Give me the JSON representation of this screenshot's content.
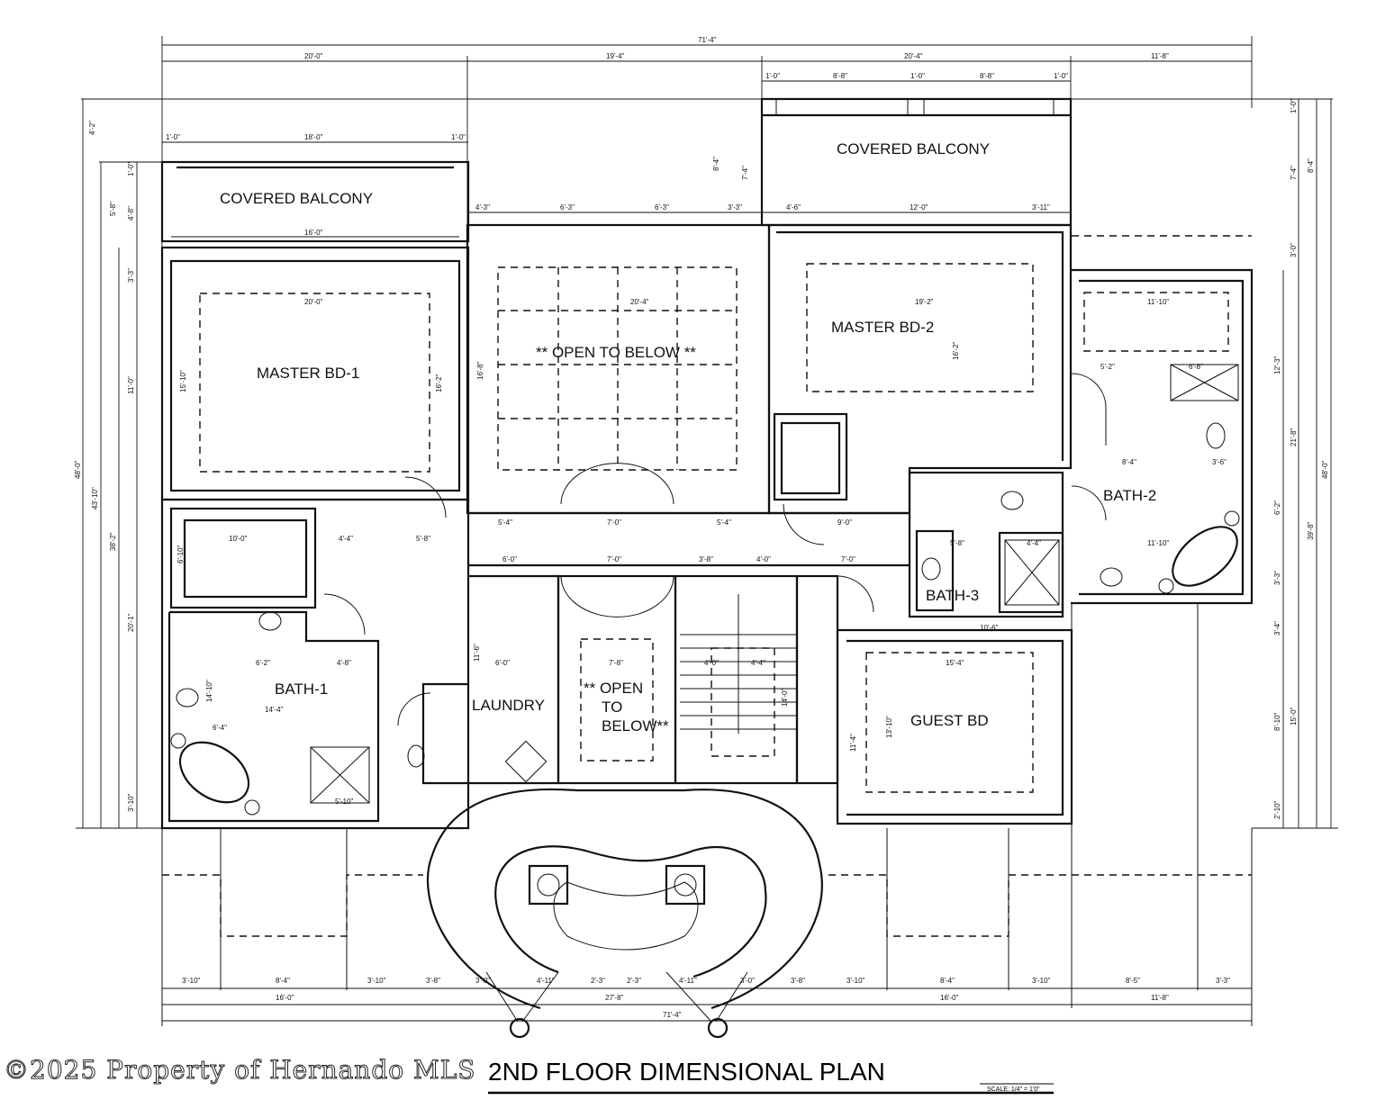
{
  "plan": {
    "title": "2ND FLOOR DIMENSIONAL PLAN",
    "scale": "SCALE: 1/4\" = 1'0\"",
    "watermark": "©2025 Property of Hernando MLS",
    "rooms": {
      "covered_balcony_left": "COVERED BALCONY",
      "covered_balcony_right": "COVERED BALCONY",
      "master_bd_1": "MASTER BD-1",
      "open_to_below_main": "** OPEN TO BELOW **",
      "master_bd_2": "MASTER BD-2",
      "bath_2": "BATH-2",
      "bath_3": "BATH-3",
      "bath_1": "BATH-1",
      "laundry": "LAUNDRY",
      "open_to_below_small_1": "** OPEN",
      "open_to_below_small_2": "TO",
      "open_to_below_small_3": "BELOW**",
      "guest_bd": "GUEST BD"
    },
    "dimensions": {
      "overall_top": "71'-4\"",
      "top_1": "20'-0\"",
      "top_2": "19'-4\"",
      "top_3": "20'-4\"",
      "top_4": "11'-8\"",
      "bal_r_1": "1'-0\"",
      "bal_r_2": "8'-8\"",
      "bal_r_3": "1'-0\"",
      "bal_r_4": "8'-8\"",
      "bal_r_5": "1'-0\"",
      "bal_l_1": "1'-0\"",
      "bal_l_2": "18'-0\"",
      "bal_l_3": "1'-0\"",
      "bal_l_width": "16'-0\"",
      "mbd1_width": "20'-0\"",
      "mbd1_depth": "15'-10\"",
      "mbd1_depth2": "16'-2\"",
      "open_width": "20'-4\"",
      "open_depth": "16'-8\"",
      "mbd2_width": "19'-2\"",
      "mbd2_depth": "16'-2\"",
      "mid_1": "6'-3\"",
      "mid_2": "6'-3\"",
      "mid_3": "3'-3\"",
      "mid_4": "4'-6\"",
      "mid_5": "12'-0\"",
      "mid_6": "3'-11\"",
      "mid_7": "4'-3\"",
      "bath2_w": "11'-10\"",
      "bath2_a": "5'-2\"",
      "bath2_b": "6'-8\"",
      "bath2_c": "8'-4\"",
      "bath2_d": "3'-6\"",
      "bath2_e": "11'-10\"",
      "hall_1": "5'-4\"",
      "hall_2": "7'-0\"",
      "hall_3": "5'-4\"",
      "hall_4": "9'-0\"",
      "hall_5": "6'-0\"",
      "hall_6": "7'-0\"",
      "hall_7": "3'-8\"",
      "hall_8": "4'-0\"",
      "hall_9": "7'-0\"",
      "closet_1": "10'-0\"",
      "closet_2": "6'-10\"",
      "closet_3": "4'-4\"",
      "closet_4": "5'-8\"",
      "bath1_1": "6'-2\"",
      "bath1_2": "4'-8\"",
      "bath1_3": "14'-4\"",
      "bath1_4": "14'-10\"",
      "bath1_5": "6'-4\"",
      "bath1_6": "5'-10\"",
      "laundry_1": "6'-0\"",
      "laundry_2": "11'-6\"",
      "open_small": "7'-8\"",
      "stair_1": "4'-0\"",
      "stair_2": "4'-4\"",
      "stair_3": "14'-0\"",
      "guest_w": "15'-4\"",
      "guest_d": "13'-10\"",
      "guest_2": "11'-4\"",
      "bath3_1": "5'-8\"",
      "bath3_2": "4'-4\"",
      "bath3_3": "10'-6\"",
      "bot_1": "3'-10\"",
      "bot_2": "8'-4\"",
      "bot_3": "3'-10\"",
      "bot_4": "3'-8\"",
      "bot_5": "3'-0\"",
      "bot_6": "4'-11\"",
      "bot_7": "2'-3\"",
      "bot_8": "2'-3\"",
      "bot_9": "4'-11\"",
      "bot_10": "3'-0\"",
      "bot_11": "3'-8\"",
      "bot_12": "3'-10\"",
      "bot_13": "8'-4\"",
      "bot_14": "3'-10\"",
      "bot_15": "8'-5\"",
      "bot_16": "3'-3\"",
      "bot2_1": "16'-0\"",
      "bot2_2": "27'-8\"",
      "bot2_3": "16'-0\"",
      "bot2_4": "11'-8\"",
      "overall_bottom": "71'-4\"",
      "left_1": "4'-2\"",
      "left_2": "5'-8\"",
      "left_3": "3'-3\"",
      "left_4": "11'-0\"",
      "left_5": "20'-1\"",
      "left_6": "3'-10\"",
      "left_7": "38'-2\"",
      "left_8": "43'-10\"",
      "left_9": "48'-0\"",
      "left_10": "1'-0\"",
      "left_11": "4'-8\"",
      "right_1": "1'-0\"",
      "right_2": "7'-4\"",
      "right_3": "8'-4\"",
      "right_4": "3'-0\"",
      "right_5": "12'-3\"",
      "right_6": "21'-8\"",
      "right_7": "6'-2\"",
      "right_8": "3'-3\"",
      "right_9": "39'-8\"",
      "right_10": "48'-0\"",
      "right_11": "3'-4\"",
      "right_12": "8'-10\"",
      "right_13": "15'-0\"",
      "right_14": "2'-10\"",
      "bal_mid_1": "8'-4\"",
      "bal_mid_2": "7'-4\""
    }
  }
}
